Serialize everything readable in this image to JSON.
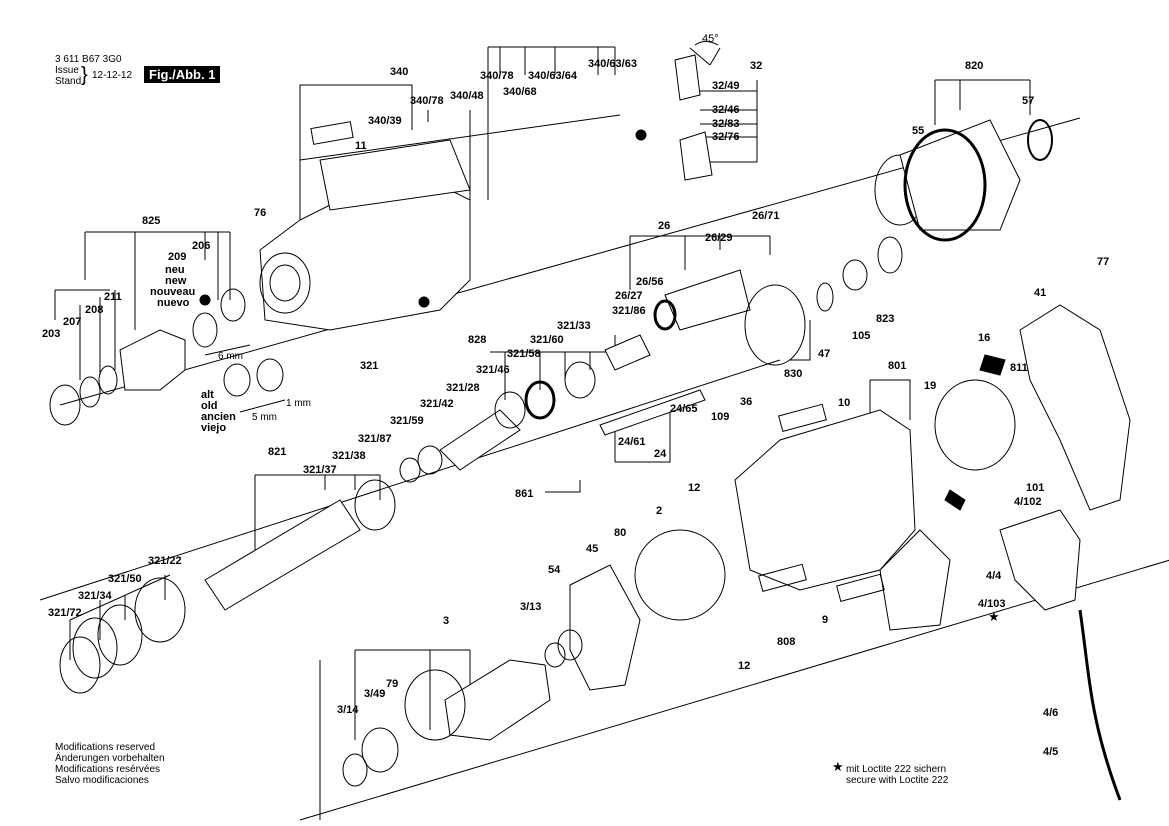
{
  "header": {
    "doc_number": "3 611 B67 3G0",
    "issue_label": "Issue",
    "stand_label": "Stand",
    "issue_date": "12-12-12",
    "figure_tag": "Fig./Abb. 1"
  },
  "parts": [
    {
      "id": "p340",
      "text": "340"
    },
    {
      "id": "p340_78a",
      "text": "340/78"
    },
    {
      "id": "p340_78b",
      "text": "340/78"
    },
    {
      "id": "p340_63_64",
      "text": "340/63/64"
    },
    {
      "id": "p340_63_63",
      "text": "340/63/63"
    },
    {
      "id": "p340_68",
      "text": "340/68"
    },
    {
      "id": "p340_48",
      "text": "340/48"
    },
    {
      "id": "p340_39",
      "text": "340/39"
    },
    {
      "id": "p11",
      "text": "11"
    },
    {
      "id": "p76",
      "text": "76"
    },
    {
      "id": "p825",
      "text": "825"
    },
    {
      "id": "p209",
      "text": "209"
    },
    {
      "id": "p206",
      "text": "206"
    },
    {
      "id": "p211",
      "text": "211"
    },
    {
      "id": "p208",
      "text": "208"
    },
    {
      "id": "p207",
      "text": "207"
    },
    {
      "id": "p203",
      "text": "203"
    },
    {
      "id": "p32",
      "text": "32"
    },
    {
      "id": "p32_49",
      "text": "32/49"
    },
    {
      "id": "p32_46",
      "text": "32/46"
    },
    {
      "id": "p32_83",
      "text": "32/83"
    },
    {
      "id": "p32_76",
      "text": "32/76"
    },
    {
      "id": "p820",
      "text": "820"
    },
    {
      "id": "p57",
      "text": "57"
    },
    {
      "id": "p55",
      "text": "55"
    },
    {
      "id": "p26",
      "text": "26"
    },
    {
      "id": "p26_71",
      "text": "26/71"
    },
    {
      "id": "p26_29",
      "text": "26/29"
    },
    {
      "id": "p26_56",
      "text": "26/56"
    },
    {
      "id": "p26_27",
      "text": "26/27"
    },
    {
      "id": "p47",
      "text": "47"
    },
    {
      "id": "p105",
      "text": "105"
    },
    {
      "id": "p823",
      "text": "823"
    },
    {
      "id": "p830",
      "text": "830"
    },
    {
      "id": "p77",
      "text": "77"
    },
    {
      "id": "p41",
      "text": "41"
    },
    {
      "id": "p828",
      "text": "828"
    },
    {
      "id": "p321_86",
      "text": "321/86"
    },
    {
      "id": "p321_33",
      "text": "321/33"
    },
    {
      "id": "p321_60",
      "text": "321/60"
    },
    {
      "id": "p321_58",
      "text": "321/58"
    },
    {
      "id": "p321_46",
      "text": "321/46"
    },
    {
      "id": "p321_28",
      "text": "321/28"
    },
    {
      "id": "p321_42",
      "text": "321/42"
    },
    {
      "id": "p321_59",
      "text": "321/59"
    },
    {
      "id": "p321",
      "text": "321"
    },
    {
      "id": "p321_87",
      "text": "321/87"
    },
    {
      "id": "p321_38",
      "text": "321/38"
    },
    {
      "id": "p321_37",
      "text": "321/37"
    },
    {
      "id": "p821",
      "text": "821"
    },
    {
      "id": "p321_22",
      "text": "321/22"
    },
    {
      "id": "p321_50",
      "text": "321/50"
    },
    {
      "id": "p321_34",
      "text": "321/34"
    },
    {
      "id": "p321_72",
      "text": "321/72"
    },
    {
      "id": "p24_65",
      "text": "24/65"
    },
    {
      "id": "p24_61",
      "text": "24/61"
    },
    {
      "id": "p24",
      "text": "24"
    },
    {
      "id": "p109",
      "text": "109"
    },
    {
      "id": "p36",
      "text": "36"
    },
    {
      "id": "p861",
      "text": "861"
    },
    {
      "id": "p801",
      "text": "801"
    },
    {
      "id": "p16",
      "text": "16"
    },
    {
      "id": "p811",
      "text": "811"
    },
    {
      "id": "p19",
      "text": "19"
    },
    {
      "id": "p10",
      "text": "10"
    },
    {
      "id": "p101",
      "text": "101"
    },
    {
      "id": "p4_102",
      "text": "4/102"
    },
    {
      "id": "p4_4",
      "text": "4/4"
    },
    {
      "id": "p4_103",
      "text": "4/103"
    },
    {
      "id": "p4_6",
      "text": "4/6"
    },
    {
      "id": "p4_5",
      "text": "4/5"
    },
    {
      "id": "p12a",
      "text": "12"
    },
    {
      "id": "p12b",
      "text": "12"
    },
    {
      "id": "p2",
      "text": "2"
    },
    {
      "id": "p80",
      "text": "80"
    },
    {
      "id": "p45",
      "text": "45"
    },
    {
      "id": "p54",
      "text": "54"
    },
    {
      "id": "p3_13",
      "text": "3/13"
    },
    {
      "id": "p3",
      "text": "3"
    },
    {
      "id": "p79",
      "text": "79"
    },
    {
      "id": "p3_49",
      "text": "3/49"
    },
    {
      "id": "p3_14",
      "text": "3/14"
    },
    {
      "id": "p808",
      "text": "808"
    },
    {
      "id": "p9",
      "text": "9"
    }
  ],
  "annotations": {
    "angle": "45°",
    "neu": [
      "neu",
      "new",
      "nouveau",
      "nuevo"
    ],
    "alt": [
      "alt",
      "old",
      "ancien",
      "viejo"
    ],
    "dim_6mm": "6 mm",
    "dim_5mm": "5 mm",
    "dim_1mm": "1 mm"
  },
  "footer": {
    "modifications": [
      "Modifications reserved",
      "Änderungen vorbehalten",
      "Modifications resérvées",
      "Salvo modificaciones"
    ],
    "loctite_star": "★",
    "loctite": [
      "mit Loctite 222 sichern",
      "secure with Loctite 222"
    ]
  }
}
